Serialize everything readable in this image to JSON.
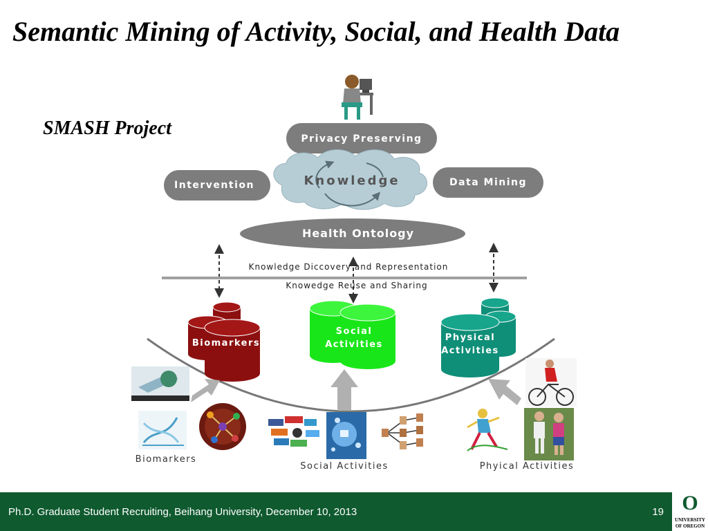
{
  "slide": {
    "title": "Semantic Mining of Activity, Social, and Health Data",
    "subtitle": "SMASH Project"
  },
  "diagram": {
    "privacy_label": "Privacy Preserving",
    "knowledge_label": "Knowledge",
    "intervention_label": "Intervention",
    "data_mining_label": "Data Mining",
    "ontology_label": "Health Ontology",
    "discovery_label": "Knowledge Diccovery and Representation",
    "reuse_label": "Knowedge Reuse and Sharing",
    "biomarkers_db": "Biomarkers",
    "social_db_line1": "Social",
    "social_db_line2": "Activities",
    "physical_db_line1": "Physical",
    "physical_db_line2": "Activities",
    "biomarkers_caption": "Biomarkers",
    "social_caption": "Social Activities",
    "physical_caption": "Phyical Activities",
    "colors": {
      "pill": "#7d7d7d",
      "cloud": "#b6cdd6",
      "biomarkers": "#8c0f0f",
      "social": "#19e619",
      "physical": "#0f8e78"
    }
  },
  "footer": {
    "text": "Ph.D. Graduate Student Recruiting, Beihang University, December 10, 2013",
    "page": "19"
  },
  "logo": {
    "letter": "O",
    "line1": "UNIVERSITY",
    "line2": "OF OREGON"
  }
}
